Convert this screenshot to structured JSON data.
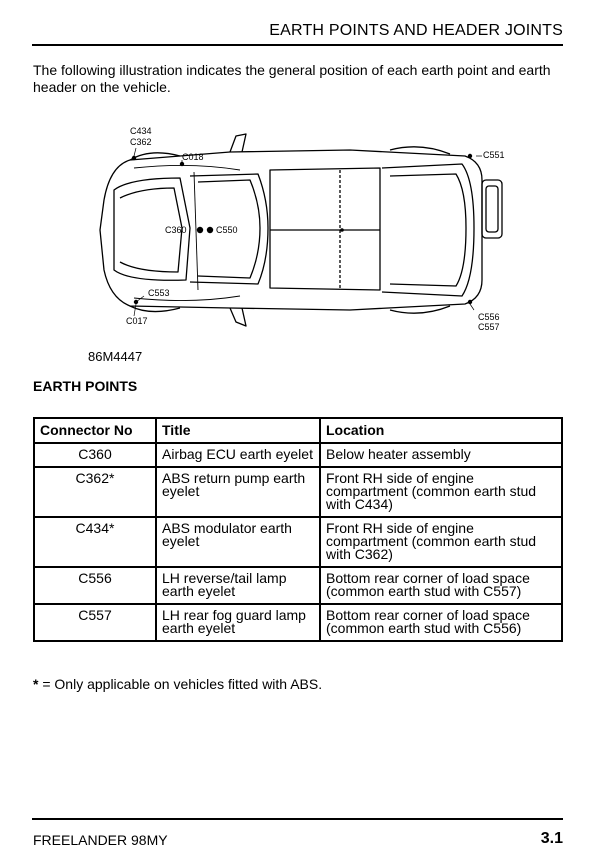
{
  "header": {
    "title": "EARTH POINTS AND HEADER JOINTS"
  },
  "intro": "The following illustration indicates the general position of each earth point and earth header on the vehicle.",
  "diagram": {
    "callouts": {
      "c434": "C434",
      "c362": "C362",
      "c018": "C018",
      "c551": "C551",
      "c360": "C360",
      "c550": "C550",
      "c553": "C553",
      "c017": "C017",
      "c556": "C556",
      "c557": "C557"
    },
    "figure_id": "86M4447"
  },
  "section_heading": "EARTH POINTS",
  "table": {
    "headers": [
      "Connector No",
      "Title",
      "Location"
    ],
    "rows": [
      {
        "connector": "C360",
        "title": "Airbag ECU earth eyelet",
        "location": "Below heater assembly"
      },
      {
        "connector": "C362*",
        "title": "ABS return pump earth eyelet",
        "location": "Front RH side of engine compartment (common earth stud with C434)"
      },
      {
        "connector": "C434*",
        "title": "ABS modulator earth eyelet",
        "location": "Front RH side of engine compartment (common earth stud with C362)"
      },
      {
        "connector": "C556",
        "title": "LH reverse/tail lamp earth eyelet",
        "location": "Bottom rear corner of load space (common earth stud with C557)"
      },
      {
        "connector": "C557",
        "title": "LH rear fog guard lamp earth eyelet",
        "location": "Bottom rear corner of load space (common earth stud with C556)"
      }
    ]
  },
  "footnote": {
    "mark": "*",
    "text": " = Only applicable on vehicles fitted with ABS."
  },
  "footer": {
    "left": "FREELANDER 98MY",
    "right": "3.1"
  }
}
